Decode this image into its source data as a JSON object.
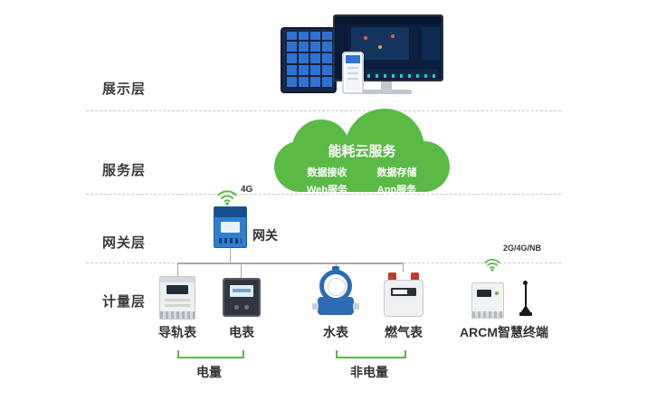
{
  "layers": [
    {
      "label": "展示层"
    },
    {
      "label": "服务层"
    },
    {
      "label": "网关层"
    },
    {
      "label": "计量层"
    }
  ],
  "cloud": {
    "title": "能耗云服务",
    "items": [
      {
        "label": "数据接收"
      },
      {
        "label": "数据存储"
      },
      {
        "label": "Web服务"
      },
      {
        "label": "App服务"
      }
    ]
  },
  "gateway": {
    "label": "网关",
    "wireless_label": "4G"
  },
  "devices": [
    {
      "label": "导轨表",
      "group": "电量"
    },
    {
      "label": "电表",
      "group": "电量"
    },
    {
      "label": "水表",
      "group": "非电量"
    },
    {
      "label": "燃气表",
      "group": "非电量"
    },
    {
      "label": "ARCM智慧终端",
      "wireless_label": "2G/4G/NB"
    }
  ],
  "groups": [
    {
      "label": "电量"
    },
    {
      "label": "非电量"
    }
  ],
  "icons": {
    "gateway_wireless": "wifi-icon",
    "arcm_wireless": "wifi-icon",
    "arcm_antenna": "antenna-icon"
  },
  "colors": {
    "accent_green": "#5bb946",
    "gateway_blue": "#2f7fd0",
    "water_meter_blue": "#2d6cb5",
    "connector_gray": "#a5a9af"
  }
}
